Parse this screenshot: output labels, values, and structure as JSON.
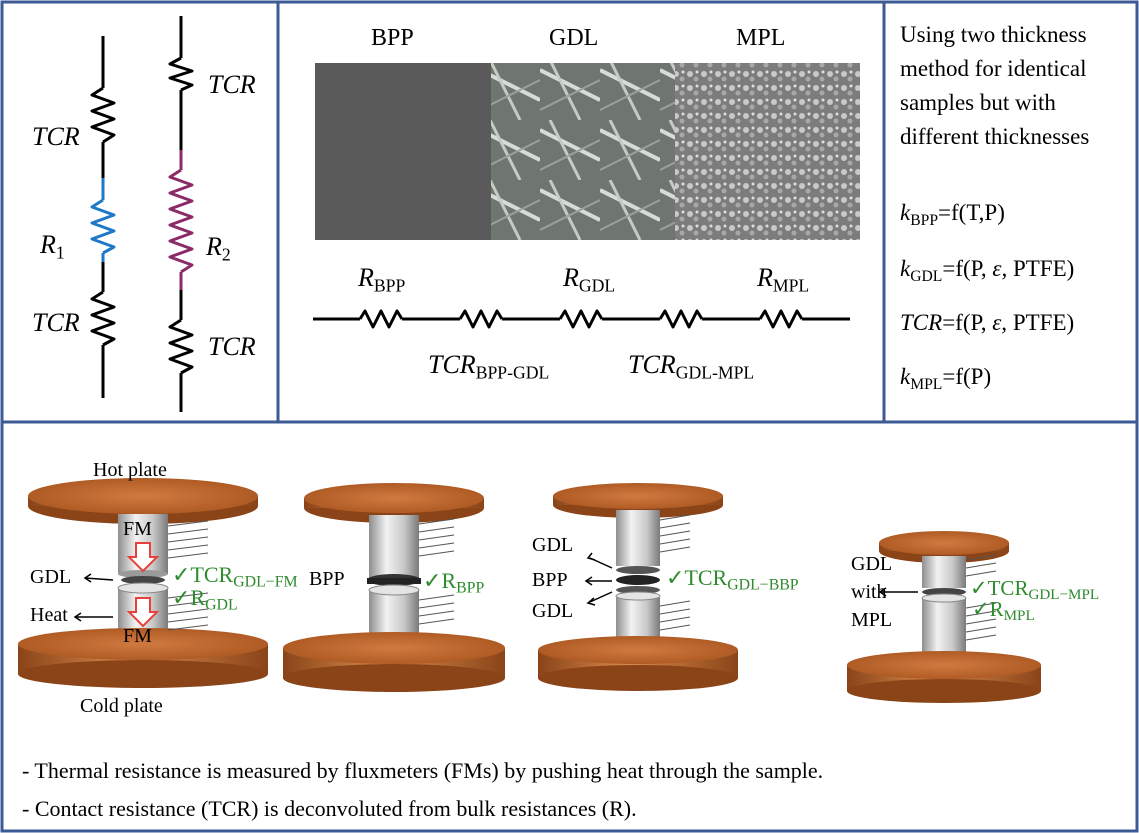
{
  "colors": {
    "border": "#3b5a96",
    "r1_resistor": "#1f78c8",
    "r2_resistor": "#8b2a64",
    "check_green": "#2e8b2e",
    "copper": "#b8652e",
    "arrow_red": "#e8403a"
  },
  "circuit1": {
    "tcr_top": "TCR",
    "r_label": "R",
    "r_sub": "1",
    "tcr_bottom": "TCR"
  },
  "circuit2": {
    "tcr_top": "TCR",
    "r_label": "R",
    "r_sub": "2",
    "tcr_bottom": "TCR"
  },
  "materials": {
    "labels": [
      "BPP",
      "GDL",
      "MPL"
    ],
    "series": {
      "r_bpp": {
        "main": "R",
        "sub": "BPP"
      },
      "r_gdl": {
        "main": "R",
        "sub": "GDL"
      },
      "r_mpl": {
        "main": "R",
        "sub": "MPL"
      },
      "tcr_bpp_gdl": {
        "main": "TCR",
        "sub": "BPP-GDL"
      },
      "tcr_gdl_mpl": {
        "main": "TCR",
        "sub": "GDL-MPL"
      }
    }
  },
  "method": {
    "text_lines": [
      "Using two thickness",
      "method for identical",
      "samples but with",
      "different thicknesses"
    ],
    "eq1": {
      "var": "k",
      "sub": "BPP",
      "rhs": "=f(T,P)"
    },
    "eq2": {
      "var": "k",
      "sub": "GDL",
      "rhs_pre": "=f(P, ",
      "eps": "ε,",
      "rhs_post": " PTFE)"
    },
    "eq3": {
      "var": "TCR",
      "rhs_pre": "=f(P, ",
      "eps": "ε,",
      "rhs_post": " PTFE)"
    },
    "eq4": {
      "var": "k",
      "sub": "MPL",
      "rhs": "=f(P)"
    }
  },
  "setup1": {
    "hot_plate": "Hot plate",
    "cold_plate": "Cold plate",
    "fm_top": "FM",
    "fm_bottom": "FM",
    "gdl": "GDL",
    "heat": "Heat",
    "check": "✓",
    "tcr_main": "TCR",
    "tcr_sub": "GDL−FM",
    "r_main": "R",
    "r_sub": "GDL"
  },
  "setup2": {
    "bpp": "BPP",
    "check": "✓",
    "r_main": "R",
    "r_sub": "BPP"
  },
  "setup3": {
    "gdl_top": "GDL",
    "bpp": "BPP",
    "gdl_bottom": "GDL",
    "check": "✓",
    "tcr_main": "TCR",
    "tcr_sub": "GDL−BBP"
  },
  "setup4": {
    "line1": "GDL",
    "line2": "with",
    "line3": "MPL",
    "check1": "✓",
    "tcr_main": "TCR",
    "tcr_sub": "GDL−MPL",
    "check2": "✓",
    "r_main": "R",
    "r_sub": "MPL"
  },
  "notes": [
    "- Thermal resistance is measured by fluxmeters (FMs) by pushing heat  through the sample.",
    "- Contact resistance (TCR) is deconvoluted from bulk resistances (R)."
  ]
}
